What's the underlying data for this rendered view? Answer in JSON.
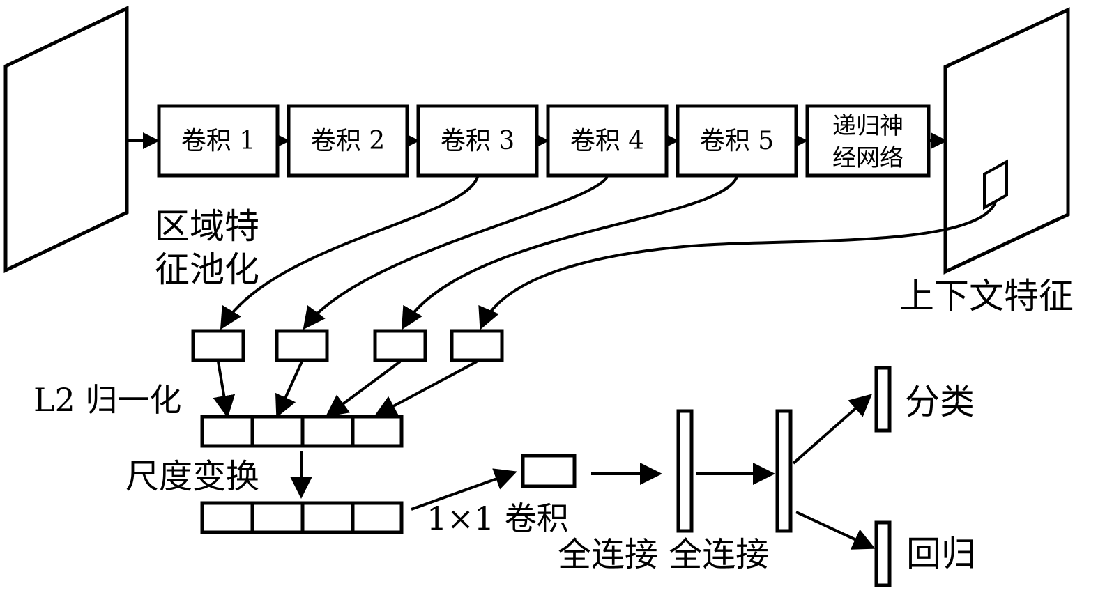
{
  "stages": [
    "卷积 1",
    "卷积 2",
    "卷积 3",
    "卷积 4",
    "卷积 5"
  ],
  "rnn": {
    "line1": "递归神",
    "line2": "经网络"
  },
  "pooling": {
    "line1": "区域特",
    "line2": "征池化"
  },
  "context_label": "上下文特征",
  "l2_label": "L2 归一化",
  "scale_label": "尺度变换",
  "conv1x1_label": "1×1 卷积",
  "fc_label": "全连接 全连接",
  "classify_label": "分类",
  "regress_label": "回归",
  "colors": {
    "stroke": "#000000",
    "background": "#ffffff"
  }
}
